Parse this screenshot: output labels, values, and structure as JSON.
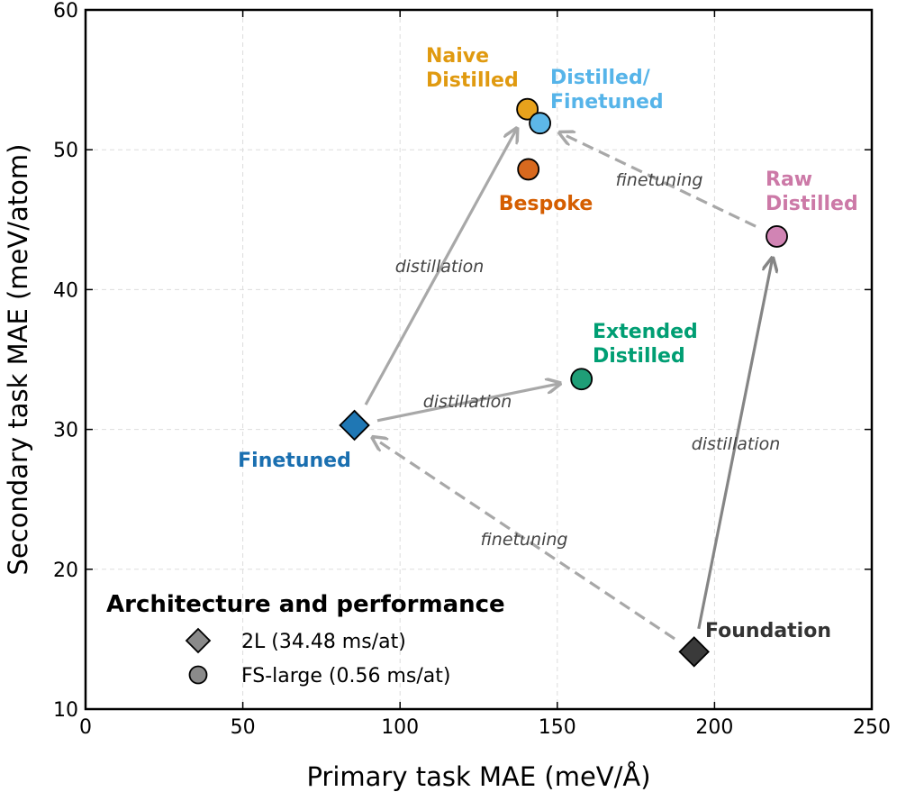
{
  "chart_data": {
    "type": "scatter",
    "xlabel": "Primary task MAE (meV/Å)",
    "ylabel": "Secondary task MAE (meV/atom)",
    "xlim": [
      0,
      250
    ],
    "ylim": [
      10,
      60
    ],
    "xticks": [
      0,
      50,
      100,
      150,
      200,
      250
    ],
    "yticks": [
      10,
      20,
      30,
      40,
      50,
      60
    ],
    "grid": true,
    "points": [
      {
        "label": "Foundation",
        "x": 193.5,
        "y": 14.1,
        "marker": "diamond",
        "color": "#3a3a3a",
        "label_lines": [
          "Foundation"
        ],
        "label_color": "#333333"
      },
      {
        "label": "Finetuned",
        "x": 85.5,
        "y": 30.3,
        "marker": "diamond",
        "color": "#1f77b4",
        "label_lines": [
          "Finetuned"
        ],
        "label_color": "#1a6fb0"
      },
      {
        "label": "Naive Distilled",
        "x": 140.5,
        "y": 52.9,
        "marker": "circle",
        "color": "#e8a21c",
        "label_lines": [
          "Naive",
          "Distilled"
        ],
        "label_color": "#e09a10"
      },
      {
        "label": "Distilled/Finetuned",
        "x": 144.5,
        "y": 51.9,
        "marker": "circle",
        "color": "#5db7e8",
        "label_lines": [
          "Distilled/",
          "Finetuned"
        ],
        "label_color": "#56b4e9"
      },
      {
        "label": "Bespoke",
        "x": 140.8,
        "y": 48.6,
        "marker": "circle",
        "color": "#d8691e",
        "label_lines": [
          "Bespoke"
        ],
        "label_color": "#d55e00"
      },
      {
        "label": "Raw Distilled",
        "x": 219.8,
        "y": 43.8,
        "marker": "circle",
        "color": "#d184b4",
        "label_lines": [
          "Raw",
          "Distilled"
        ],
        "label_color": "#cc79a7"
      },
      {
        "label": "Extended Distilled",
        "x": 157.7,
        "y": 33.6,
        "marker": "circle",
        "color": "#1f9e77",
        "label_lines": [
          "Extended",
          "Distilled"
        ],
        "label_color": "#009e73"
      }
    ],
    "arrows": [
      {
        "from": "Foundation",
        "to": "Finetuned",
        "style": "dashed",
        "label": "finetuning"
      },
      {
        "from": "Foundation",
        "to": "Raw Distilled",
        "style": "solid",
        "label": "distillation"
      },
      {
        "from": "Finetuned",
        "to": "Naive Distilled",
        "style": "solid",
        "label": "distillation"
      },
      {
        "from": "Finetuned",
        "to": "Extended Distilled",
        "style": "solid",
        "label": "distillation"
      },
      {
        "from": "Raw Distilled",
        "to": "Distilled/Finetuned",
        "style": "dashed",
        "label": "finetuning"
      }
    ],
    "legend": {
      "title": "Architecture and performance",
      "placement": "bottom-left",
      "entries": [
        {
          "marker": "diamond",
          "label": "2L (34.48 ms/at)"
        },
        {
          "marker": "circle",
          "label": "FS-large (0.56 ms/at)"
        }
      ]
    }
  }
}
